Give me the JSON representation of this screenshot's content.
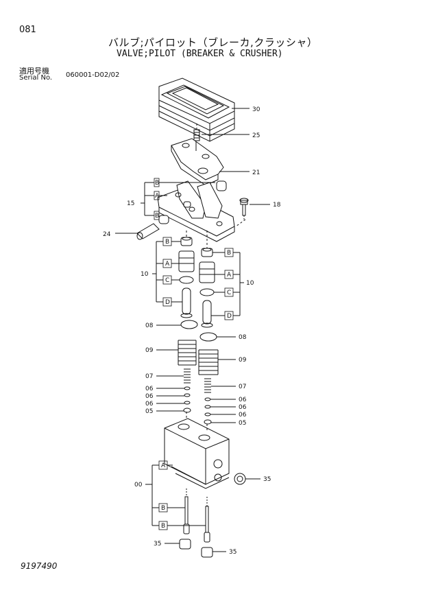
{
  "header": {
    "page_no": "081",
    "title_jp": "バルブ;パイロット（ブレーカ,クラッシャ）",
    "title_en": "VALVE;PILOT (BREAKER & CRUSHER)",
    "serial_label_jp": "適用号機",
    "serial_label_en": "Serial No.",
    "serial_range": "060001-D02/02"
  },
  "callouts": {
    "c30": "30",
    "c25": "25",
    "c21": "21",
    "c15": "15",
    "c18": "18",
    "c24": "24",
    "c10L": "10",
    "c10R": "10",
    "c08L": "08",
    "c08R": "08",
    "c09L": "09",
    "c09R": "09",
    "c07L": "07",
    "c07R": "07",
    "c06L1": "06",
    "c06L2": "06",
    "c06L3": "06",
    "c05L": "05",
    "c06R1": "06",
    "c06R2": "06",
    "c06R3": "06",
    "c05R": "05",
    "c00": "00",
    "c35a": "35",
    "c35b": "35",
    "c35c": "35"
  },
  "subletters": {
    "g15B1": "B",
    "g15A": "A",
    "g15B2": "B",
    "g10LB": "B",
    "g10LA": "A",
    "g10LC": "C",
    "g10LD": "D",
    "g10RB": "B",
    "g10RA": "A",
    "g10RC": "C",
    "g10RD": "D",
    "g00A": "A",
    "g00B1": "B",
    "g00B2": "B"
  },
  "footer": {
    "doc_no": "9197490"
  },
  "colors": {
    "line": "#111111",
    "bg": "#ffffff"
  }
}
